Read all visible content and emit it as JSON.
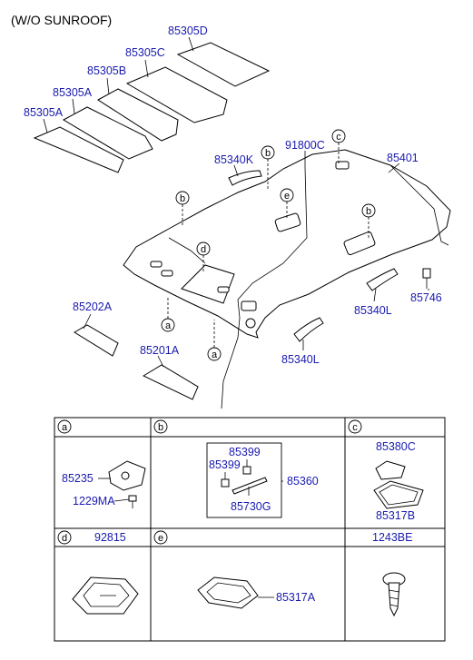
{
  "header": "(W/O SUNROOF)",
  "upper_labels": {
    "p85305D": "85305D",
    "p85305C": "85305C",
    "p85305B": "85305B",
    "p85305A_1": "85305A",
    "p85305A_2": "85305A",
    "p85340K": "85340K",
    "p91800C": "91800C",
    "p85401": "85401",
    "p85202A": "85202A",
    "p85201A": "85201A",
    "p85340L_1": "85340L",
    "p85340L_2": "85340L",
    "p85746": "85746"
  },
  "callouts": {
    "a": "a",
    "b": "b",
    "c": "c",
    "d": "d",
    "e": "e"
  },
  "table": {
    "cell_a": {
      "letter": "a",
      "parts": [
        "85235",
        "1229MA"
      ]
    },
    "cell_b": {
      "letter": "b",
      "parts": [
        "85399",
        "85399",
        "85360",
        "85730G"
      ]
    },
    "cell_c": {
      "letter": "c",
      "parts": [
        "85380C",
        "85317B"
      ]
    },
    "cell_d": {
      "letter": "d",
      "header_part": "92815"
    },
    "cell_e": {
      "letter": "e",
      "parts": [
        "85317A"
      ]
    },
    "cell_f": {
      "header_part": "1243BE"
    }
  }
}
